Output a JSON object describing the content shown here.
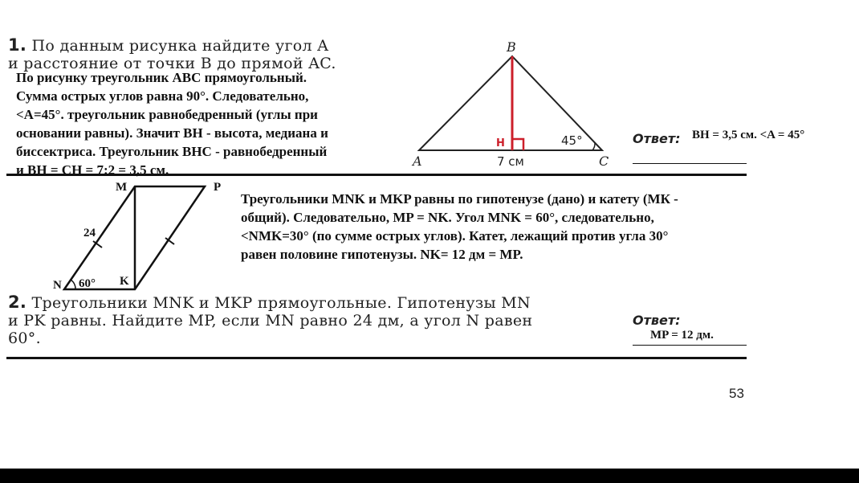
{
  "task1": {
    "number": "1.",
    "text_line1": "По данным рисунка найдите угол A",
    "text_line2": "и расстояние от точки B до прямой AC.",
    "solution": [
      "По рисунку треугольник ABC прямоугольный.",
      "Сумма острых углов равна 90°. Следовательно,",
      "<A=45°. треугольник равнобедренный (углы при",
      "основании равны). Значит BH - высота, медиана и",
      "биссектриса. Треугольник BHC - равнобедренный",
      "и BH = CH = 7:2 = 3,5 см."
    ],
    "answer_label": "Ответ:",
    "answer_value": "BH = 3,5 см. <A = 45°",
    "figure": {
      "label_b": "B",
      "label_a": "A",
      "label_c": "C",
      "label_h": "H",
      "base_length": "7 см",
      "angle_c": "45°"
    }
  },
  "task2": {
    "number": "2.",
    "text_line1": "Треугольники MNK и MKP прямоугольные. Гипотенузы MN",
    "text_line2": "и PK равны. Найдите MP, если MN равно 24 дм, а угол N равен",
    "text_line3": "60°.",
    "solution": [
      "Треугольники MNK и MKP равны по гипотенузе (дано) и катету (МК -",
      "общий). Следовательно, MP = NK.  Угол MNK = 60°, следовательно,",
      "<NMK=30° (по сумме острых углов). Катет, лежащий против угла 30°",
      "равен половине гипотенузы. NK= 12 дм = MP."
    ],
    "answer_label": "Ответ:",
    "answer_value": "MP = 12 дм.",
    "figure": {
      "label_m": "M",
      "label_p": "P",
      "label_n": "N",
      "label_k": "K",
      "side_mn": "24",
      "angle_n": "60°"
    }
  },
  "page_number": "53",
  "colors": {
    "ink": "#111111",
    "highlight": "#cc1f2a",
    "bar": "#000000"
  }
}
